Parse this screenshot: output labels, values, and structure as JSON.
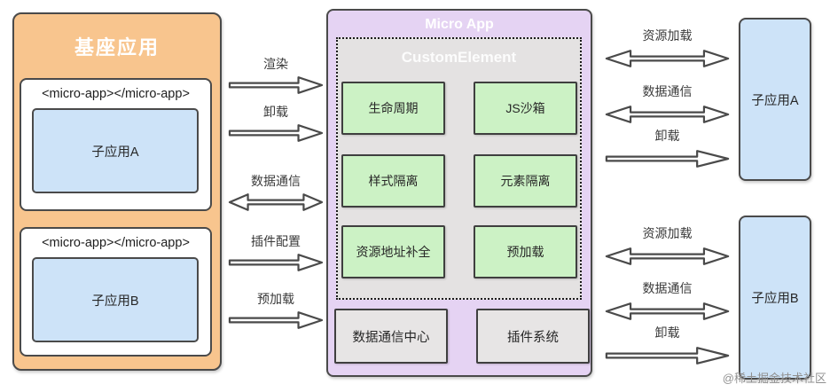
{
  "base_app": {
    "title": "基座应用",
    "slots": [
      {
        "tag": "<micro-app></micro-app>",
        "app": "子应用A"
      },
      {
        "tag": "<micro-app></micro-app>",
        "app": "子应用B"
      }
    ]
  },
  "left_flows": [
    {
      "label": "渲染",
      "direction": "right"
    },
    {
      "label": "卸载",
      "direction": "right"
    },
    {
      "label": "数据通信",
      "direction": "both"
    },
    {
      "label": "插件配置",
      "direction": "right"
    },
    {
      "label": "预加载",
      "direction": "right"
    }
  ],
  "micro_app": {
    "title": "Micro App",
    "custom_element": {
      "title": "CustomElement",
      "features": [
        "生命周期",
        "JS沙箱",
        "样式隔离",
        "元素隔离",
        "资源地址补全",
        "预加载"
      ]
    },
    "modules": [
      "数据通信中心",
      "插件系统"
    ]
  },
  "right_flows_a": [
    {
      "label": "资源加载",
      "direction": "both"
    },
    {
      "label": "数据通信",
      "direction": "both"
    },
    {
      "label": "卸载",
      "direction": "right"
    }
  ],
  "right_flows_b": [
    {
      "label": "资源加载",
      "direction": "both"
    },
    {
      "label": "数据通信",
      "direction": "both"
    },
    {
      "label": "卸载",
      "direction": "right"
    }
  ],
  "sub_apps_right": [
    "子应用A",
    "子应用B"
  ],
  "watermark": "@稀土掘金技术社区",
  "palette": {
    "base_orange": "#F8C58E",
    "micro_purple": "#E5D3F3",
    "custom_element_gray": "#E4E2E2",
    "feature_green": "#CCF2C5",
    "subapp_blue": "#CDE3F8",
    "border_dark": "#4a4a4a",
    "title_text": "#ffffff"
  }
}
